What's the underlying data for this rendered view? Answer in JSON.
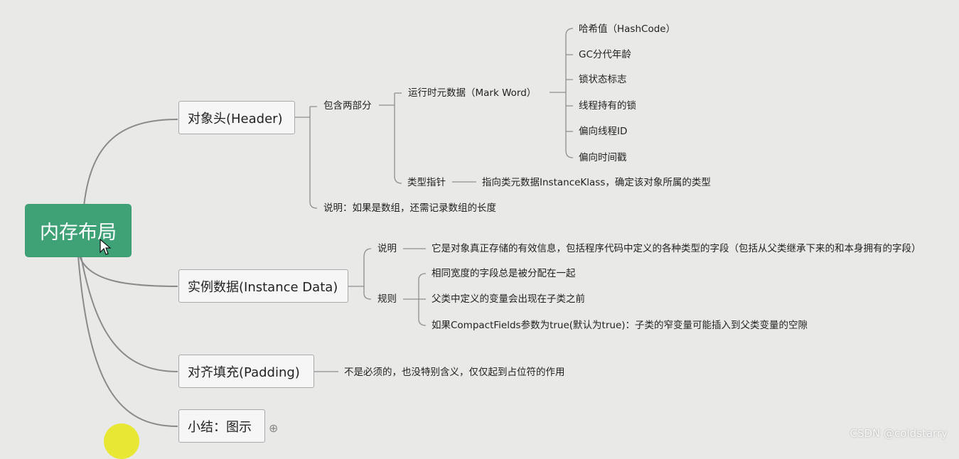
{
  "root": {
    "label": "内存布局"
  },
  "header": {
    "label": "对象头(Header)",
    "contains_label": "包含两部分",
    "mark_word": {
      "label": "运行时元数据（Mark Word）",
      "items": [
        "哈希值（HashCode）",
        "GC分代年龄",
        "锁状态标志",
        "线程持有的锁",
        "偏向线程ID",
        "偏向时间戳"
      ]
    },
    "klass": {
      "label": "类型指针",
      "desc": "指向类元数据InstanceKlass，确定该对象所属的类型"
    },
    "note": "说明：如果是数组，还需记录数组的长度"
  },
  "instance_data": {
    "label": "实例数据(Instance Data)",
    "desc_label": "说明",
    "desc": "它是对象真正存储的有效信息，包括程序代码中定义的各种类型的字段（包括从父类继承下来的和本身拥有的字段）",
    "rules_label": "规则",
    "rules": [
      "相同宽度的字段总是被分配在一起",
      "父类中定义的变量会出现在子类之前",
      "如果CompactFields参数为true(默认为true)：子类的窄变量可能插入到父类变量的空隙"
    ]
  },
  "padding": {
    "label": "对齐填充(Padding)",
    "desc": "不是必须的，也没特别含义，仅仅起到占位符的作用"
  },
  "summary": {
    "label": "小结：图示"
  },
  "watermark": "CSDN @coldstarry"
}
